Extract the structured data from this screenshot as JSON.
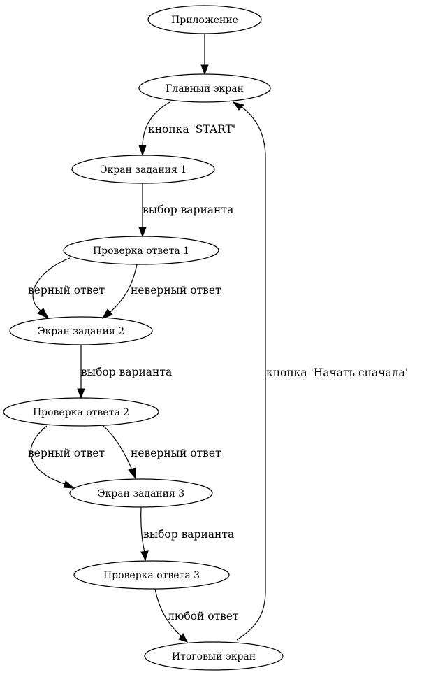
{
  "diagram": {
    "type": "flowchart",
    "nodes": [
      {
        "id": "app",
        "label": "Приложение"
      },
      {
        "id": "main",
        "label": "Главный экран"
      },
      {
        "id": "task1",
        "label": "Экран задания 1"
      },
      {
        "id": "check1",
        "label": "Проверка ответа 1"
      },
      {
        "id": "task2",
        "label": "Экран задания 2"
      },
      {
        "id": "check2",
        "label": "Проверка ответа 2"
      },
      {
        "id": "task3",
        "label": "Экран задания 3"
      },
      {
        "id": "check3",
        "label": "Проверка ответа 3"
      },
      {
        "id": "final",
        "label": "Итоговый экран"
      }
    ],
    "edges": [
      {
        "from": "app",
        "to": "main",
        "label": ""
      },
      {
        "from": "main",
        "to": "task1",
        "label": "кнопка 'START'"
      },
      {
        "from": "task1",
        "to": "check1",
        "label": "выбор варианта"
      },
      {
        "from": "check1",
        "to": "task2",
        "label": "верный ответ"
      },
      {
        "from": "check1",
        "to": "task2",
        "label": "неверный ответ"
      },
      {
        "from": "task2",
        "to": "check2",
        "label": "выбор варианта"
      },
      {
        "from": "check2",
        "to": "task3",
        "label": "верный ответ"
      },
      {
        "from": "check2",
        "to": "task3",
        "label": "неверный ответ"
      },
      {
        "from": "task3",
        "to": "check3",
        "label": "выбор варианта"
      },
      {
        "from": "check3",
        "to": "final",
        "label": "любой ответ"
      },
      {
        "from": "final",
        "to": "main",
        "label": "кнопка 'Начать сначала'"
      }
    ]
  }
}
